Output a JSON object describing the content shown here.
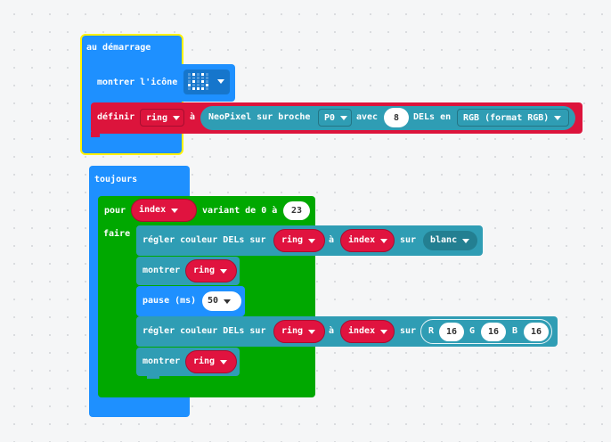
{
  "on_start": {
    "hat_label": "au démarrage",
    "show_icon_label": "montrer l'icône",
    "set_label": "définir",
    "set_var": "ring",
    "set_to": "à",
    "neopixel_label": "NeoPixel sur broche",
    "pin": "P0",
    "with_label": "avec",
    "led_count": "8",
    "leds_label": "DELs en",
    "mode": "RGB (format RGB)"
  },
  "forever": {
    "hat_label": "toujours",
    "for_label": "pour",
    "for_var": "index",
    "range_label": "variant de 0 à",
    "range_end": "23",
    "do_label": "faire",
    "set_color_1": {
      "label": "régler couleur DELs sur",
      "strip": "ring",
      "at": "à",
      "index": "index",
      "on": "sur",
      "color": "blanc"
    },
    "show_1": {
      "label": "montrer",
      "strip": "ring"
    },
    "pause": {
      "label": "pause (ms)",
      "value": "50"
    },
    "set_color_2": {
      "label": "régler couleur DELs sur",
      "strip": "ring",
      "at": "à",
      "index": "index",
      "on": "sur",
      "r_label": "R",
      "r": "16",
      "g_label": "G",
      "g": "16",
      "b_label": "B",
      "b": "16"
    },
    "show_2": {
      "label": "montrer",
      "strip": "ring"
    }
  },
  "colors": {
    "basic": "#1e90ff",
    "neopixel": "#2f9db4",
    "variables": "#dc143c",
    "loops": "#00a800",
    "selection": "#fff200"
  },
  "icon_pattern": [
    [
      0,
      1,
      0,
      1,
      0
    ],
    [
      0,
      0,
      0,
      0,
      0
    ],
    [
      0,
      1,
      0,
      1,
      0
    ],
    [
      1,
      0,
      0,
      0,
      1
    ],
    [
      0,
      1,
      1,
      1,
      0
    ]
  ]
}
